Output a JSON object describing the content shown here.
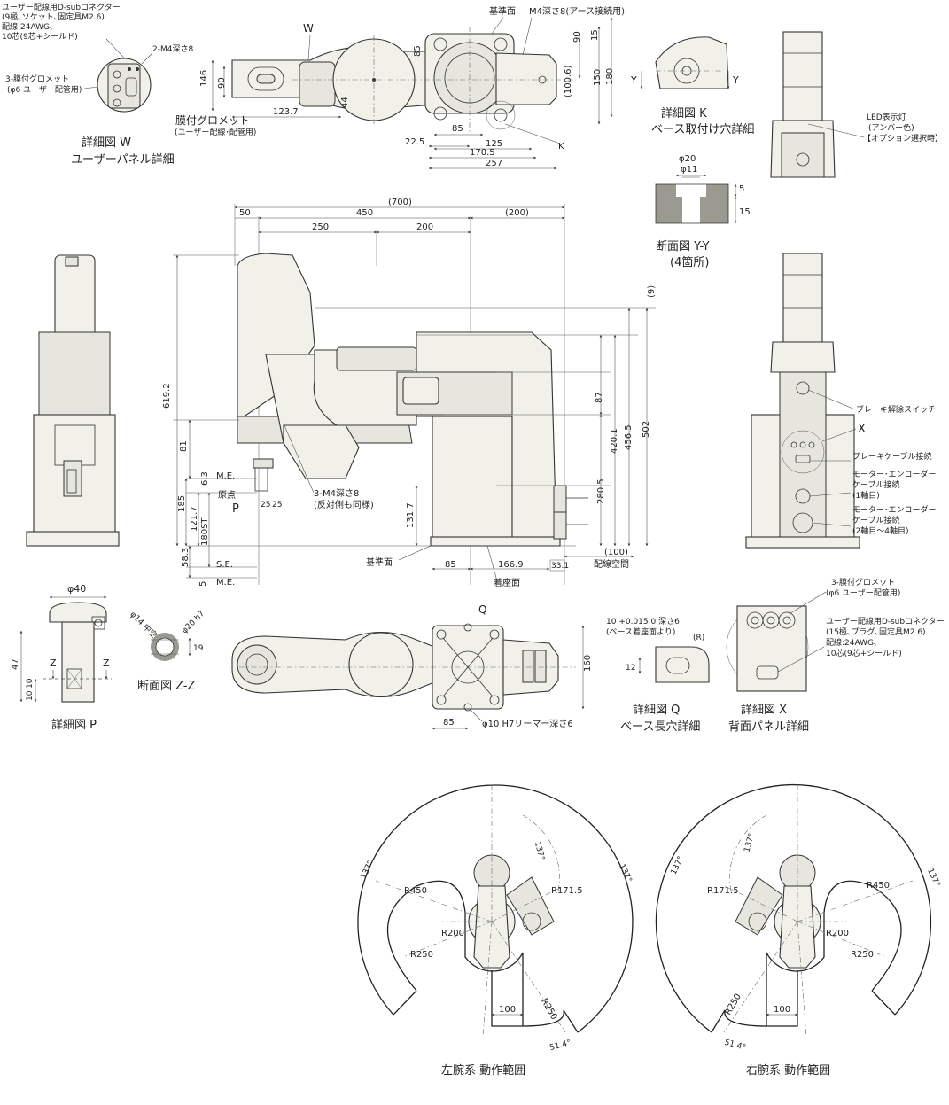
{
  "views": {
    "detail_w": {
      "title": "詳細図 W",
      "subtitle": "ユーザーパネル詳細",
      "connector_note": [
        "ユーザー配線用D-subコネクター",
        "(9極､ソケット､固定具M2.6)",
        "配線:24AWG､",
        "10芯(9芯+シールド)"
      ],
      "grommet_note": [
        "3-膜付グロメット",
        "(φ6 ユーザー配管用)"
      ],
      "tap": "2-M4深さ8",
      "wiring_grommet": [
        "膜付グロメット",
        "(ユーザー配線･配管用)"
      ],
      "label_w": "W"
    },
    "top_view": {
      "dims": [
        "146",
        "90",
        "44",
        "123.7",
        "85",
        "22.5",
        "125",
        "170.5",
        "257",
        "85",
        "90",
        "15",
        "150",
        "180",
        "(100.6)"
      ],
      "label_ref": "基準面",
      "label_m4": "M4深さ8(アース接続用)",
      "label_k": "K"
    },
    "detail_k": {
      "title": "詳細図 K",
      "subtitle": "ベース取付け穴詳細",
      "y1": "Y",
      "y2": "Y"
    },
    "section_yy": {
      "title": "断面図 Y-Y",
      "subtitle": "(4箇所)",
      "d20": "φ20",
      "d11": "φ11",
      "h5": "5",
      "h15": "15"
    },
    "side_right_top": {
      "led": [
        "LED表示灯",
        "(アンバー色)",
        "【オプション選択時】"
      ]
    },
    "front_view": {
      "top_dims": [
        "(700)",
        "50",
        "450",
        "(200)",
        "250",
        "200"
      ],
      "left_dims": [
        "619.2",
        "81",
        "6.3",
        "185",
        "121.7",
        "180ST",
        "58.3",
        "5"
      ],
      "right_dims": [
        "(9)",
        "87",
        "420.1",
        "456.5",
        "502",
        "280.5",
        "131.7"
      ],
      "bottom_dims": [
        "85",
        "166.9",
        "33.1",
        "(100)"
      ],
      "labels": {
        "me1": "M.E.",
        "origin": "原点",
        "p": "P",
        "d25a": "25",
        "d25b": "25",
        "tap": "3-M4深さ8",
        "tap_note": "(反対側も同様)",
        "se": "S.E.",
        "me2": "M.E.",
        "ref_face": "基準面",
        "seat_face": "着座面",
        "cable_space": "配線空間"
      }
    },
    "back_view": {
      "brake_switch": "ブレーキ解除スイッチ",
      "x": "X",
      "brake_cable": "ブレーキケーブル接続",
      "motor1": [
        "モーター･エンコーダー",
        "ケーブル接続",
        "(1軸目)"
      ],
      "motor2": [
        "モーター･エンコーダー",
        "ケーブル接続",
        "(2軸目〜4軸目)"
      ]
    },
    "detail_p": {
      "title": "詳細図 P",
      "d40": "φ40",
      "h47": "47",
      "h10a": "10",
      "h10b": "10",
      "z1": "Z",
      "z2": "Z"
    },
    "section_zz": {
      "title": "断面図 Z-Z",
      "d14": "φ14 中空",
      "d20": "φ20 h7",
      "w19": "19"
    },
    "bottom_view": {
      "q": "Q",
      "d160": "160",
      "d85": "85",
      "ream": "φ10 H7リーマー深さ6"
    },
    "detail_q": {
      "title": "詳細図 Q",
      "subtitle": "ベース長穴詳細",
      "tol": "10 +0.015 0 深さ6",
      "note": "(ベース着座面より)",
      "r": "(R)",
      "h12": "12"
    },
    "detail_x": {
      "title": "詳細図 X",
      "subtitle": "背面パネル詳細",
      "grommet": [
        "3-膜付グロメット",
        "(φ6 ユーザー配管用)"
      ],
      "connector": [
        "ユーザー配線用D-subコネクター",
        "(15極､プラグ､固定具M2.6)",
        "配線:24AWG､",
        "10芯(9芯+シールド)"
      ]
    },
    "left_range": {
      "title": "左腕系 動作範囲",
      "r450": "R450",
      "r171": "R171.5",
      "r200": "R200",
      "r250a": "R250",
      "r250b": "R250",
      "a137a": "137°",
      "a137b": "137°",
      "a137c": "137°",
      "a514": "51.4°",
      "d100": "100"
    },
    "right_range": {
      "title": "右腕系 動作範囲",
      "r450": "R450",
      "r171": "R171.5",
      "r200": "R200",
      "r250a": "R250",
      "r250b": "R250",
      "a137a": "137°",
      "a137b": "137°",
      "a137c": "137°",
      "a514": "51.4°",
      "d100": "100"
    }
  }
}
